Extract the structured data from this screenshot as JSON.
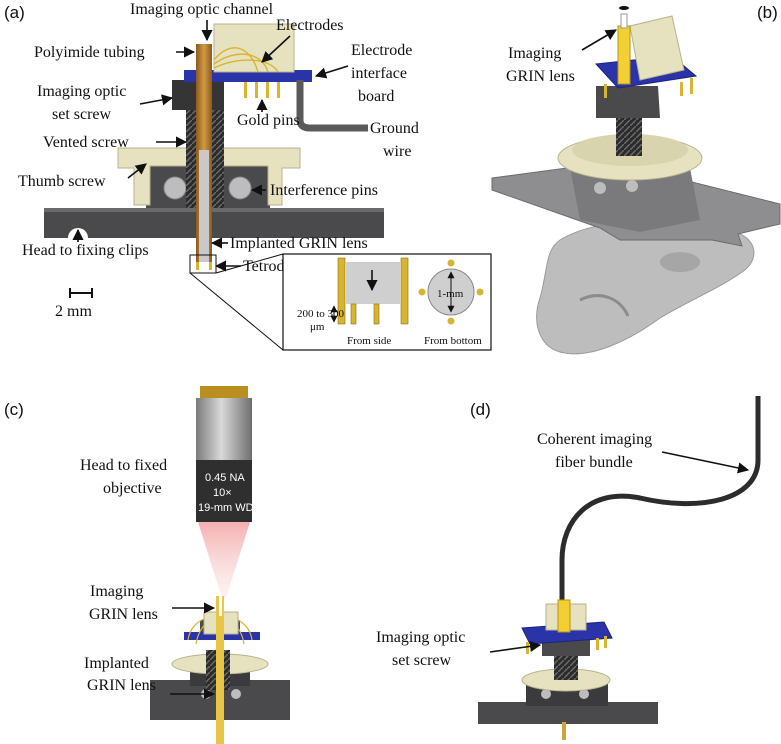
{
  "panels": {
    "a": {
      "tag": "(a)",
      "labels": {
        "imaging_optic_channel": "Imaging optic channel",
        "electrodes": "Electrodes",
        "polyimide_tubing": "Polyimide tubing",
        "electrode_interface_board_1": "Electrode",
        "electrode_interface_board_2": "interface",
        "electrode_interface_board_3": "board",
        "imaging_optic_set_screw_1": "Imaging optic",
        "imaging_optic_set_screw_2": "set screw",
        "gold_pins": "Gold pins",
        "ground_wire_1": "Ground",
        "ground_wire_2": "wire",
        "vented_screw": "Vented screw",
        "thumb_screw": "Thumb screw",
        "interference_pins": "Interference pins",
        "head_to_fixing_clips": "Head to fixing clips",
        "implanted_grin_lens": "Implanted GRIN lens",
        "tetrodes": "Tetrodes",
        "scale_bar": "2 mm",
        "depth_1": "200 to 300",
        "depth_2": "μm",
        "diameter": "1-mm",
        "from_side": "From side",
        "from_bottom": "From bottom"
      }
    },
    "b": {
      "tag": "(b)",
      "labels": {
        "imaging_grin_lens_1": "Imaging",
        "imaging_grin_lens_2": "GRIN lens"
      }
    },
    "c": {
      "tag": "(c)",
      "labels": {
        "head_fixed_objective_1": "Head to fixed",
        "head_fixed_objective_2": "objective",
        "objective_na": "0.45 NA",
        "objective_mag": "10×",
        "objective_wd": "19-mm WD",
        "imaging_grin_lens_1": "Imaging",
        "imaging_grin_lens_2": "GRIN lens",
        "implanted_grin_lens_1": "Implanted",
        "implanted_grin_lens_2": "GRIN lens"
      }
    },
    "d": {
      "tag": "(d)",
      "labels": {
        "fiber_bundle_1": "Coherent imaging",
        "fiber_bundle_2": "fiber bundle",
        "set_screw_1": "Imaging optic",
        "set_screw_2": "set screw"
      }
    }
  },
  "colors": {
    "base_gray": "#4a4a4c",
    "thumb_screw_cream": "#e6e2bf",
    "gold": "#d8b530",
    "board_blue": "#2a33a8",
    "copper_tube": "#b7792a",
    "skull_gray": "#bdbdbd",
    "objective_silver": "#a8a8a8",
    "beam_pink": "#f5b4b4"
  }
}
